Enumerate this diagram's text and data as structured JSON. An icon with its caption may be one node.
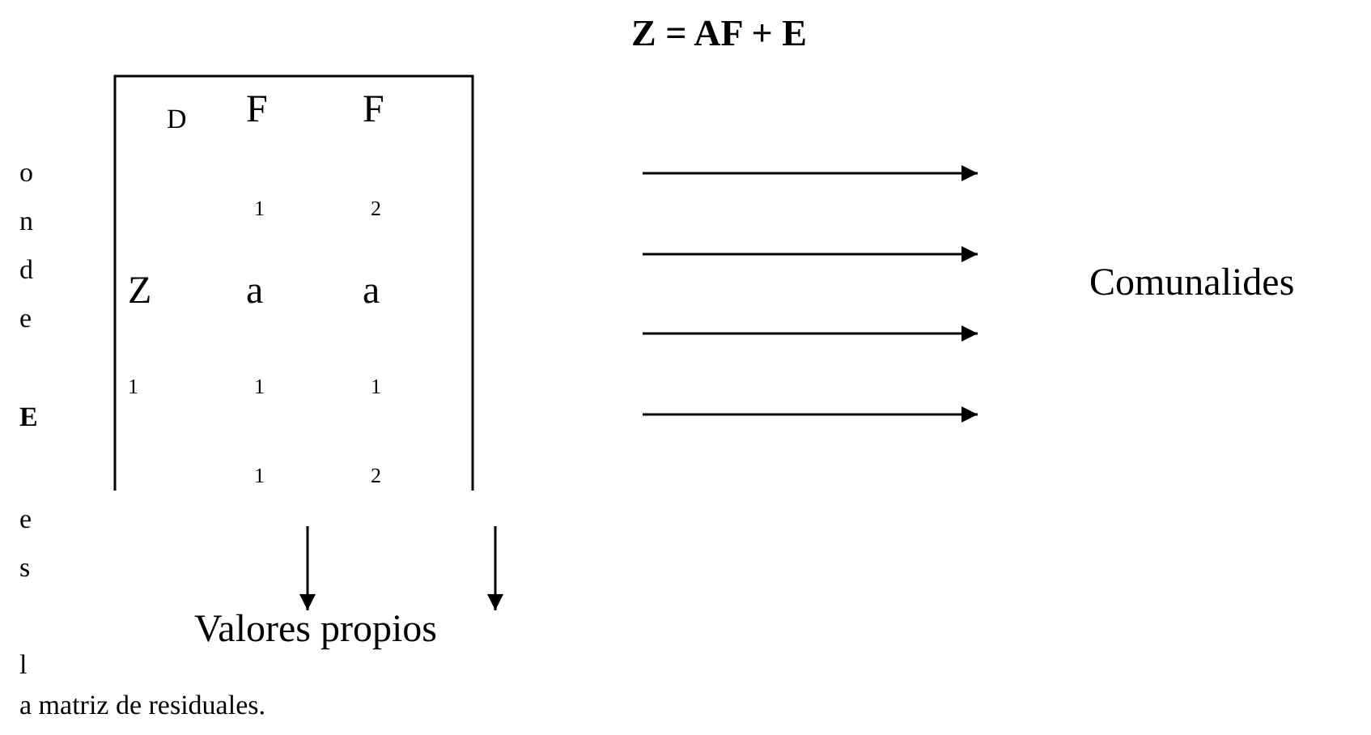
{
  "diagram": {
    "title": "Z = AF + E",
    "nodes": [
      {
        "text": [
          "Comunalides"
        ]
      },
      {
        "text": [
          "Valores propios"
        ]
      }
    ],
    "edges": [
      {
        "from": null,
        "to": 1,
        "arrow": "to"
      },
      {
        "from": null,
        "to": 1,
        "arrow": "to"
      }
    ],
    "labels": [
      "D",
      "F",
      "F",
      "o",
      "1",
      "2",
      "n",
      "d",
      "Z",
      "a",
      "a",
      "e",
      "1",
      "1",
      "1",
      "E",
      "1",
      "2",
      "e",
      "s",
      "l",
      "a matriz de residuales."
    ]
  }
}
